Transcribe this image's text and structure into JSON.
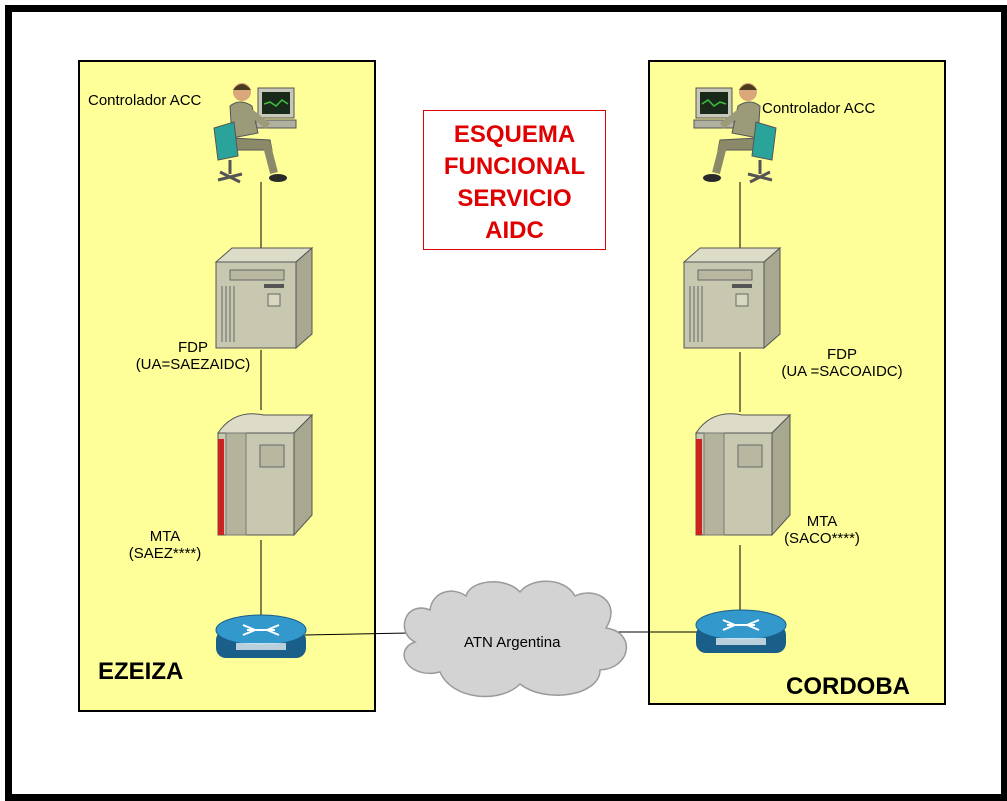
{
  "title": [
    "ESQUEMA",
    "FUNCIONAL",
    "SERVICIO",
    "AIDC"
  ],
  "colors": {
    "zone": "#ffff99",
    "title": "#e00000",
    "cloud": "#d3d3d3",
    "router": "#3399cc"
  },
  "left": {
    "site": "EZEIZA",
    "controller": "Controlador ACC",
    "fdp": [
      "FDP",
      "(UA=SAEZAIDC)"
    ],
    "mta": [
      "MTA",
      "(SAEZ****)"
    ]
  },
  "right": {
    "site": "CORDOBA",
    "controller": "Controlador ACC",
    "fdp": [
      "FDP",
      "(UA =SACOAIDC)"
    ],
    "mta": [
      "MTA",
      "(SACO****)"
    ]
  },
  "network": {
    "label": "ATN Argentina"
  },
  "icons": [
    "controller-person-icon",
    "fdp-server-icon",
    "mta-server-icon",
    "router-icon",
    "cloud-icon"
  ]
}
